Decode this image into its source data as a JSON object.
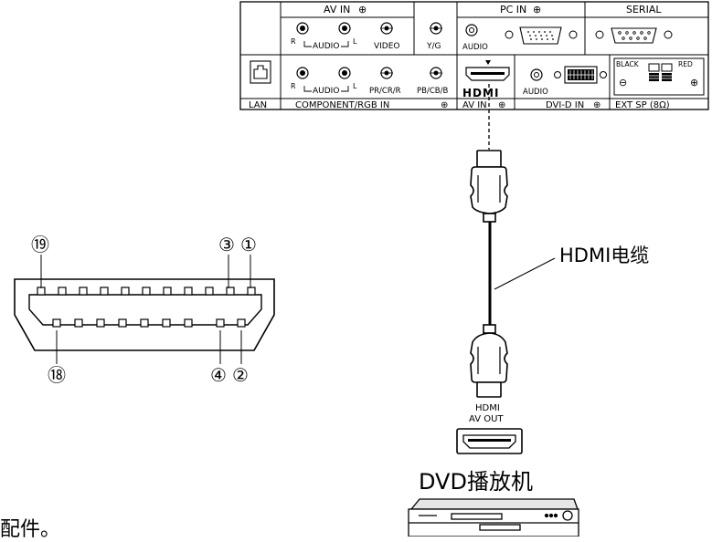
{
  "panel": {
    "lan": "LAN",
    "av_in": "AV IN",
    "pc_in": "PC IN",
    "serial": "SERIAL",
    "audio_r": "R",
    "audio_label": "AUDIO",
    "audio_l": "L",
    "video": "VIDEO",
    "yg": "Y/G",
    "pc_audio": "AUDIO",
    "pr_label": "PR/CR/R",
    "pb_label": "PB/CB/B",
    "hdmi_logo": "HDMI",
    "dvi_audio": "AUDIO",
    "black": "BLACK",
    "red": "RED",
    "minus": "⊖",
    "plus": "⊕",
    "bottom_component": "COMPONENT/RGB  IN",
    "bottom_av_in": "AV IN",
    "bottom_dvi": "DVI-D IN",
    "bottom_ext_sp": "EXT SP (8Ω)",
    "input_symbol": "⊕"
  },
  "connector": {
    "pin_19": "⑲",
    "pin_3": "③",
    "pin_1": "①",
    "pin_18": "⑱",
    "pin_4": "④",
    "pin_2": "②"
  },
  "cable_label": "HDMI电缆",
  "dvd": {
    "port_line1": "HDMI",
    "port_line2": "AV OUT",
    "device_label": "DVD播放机"
  },
  "footnote_fragment": "配件。"
}
